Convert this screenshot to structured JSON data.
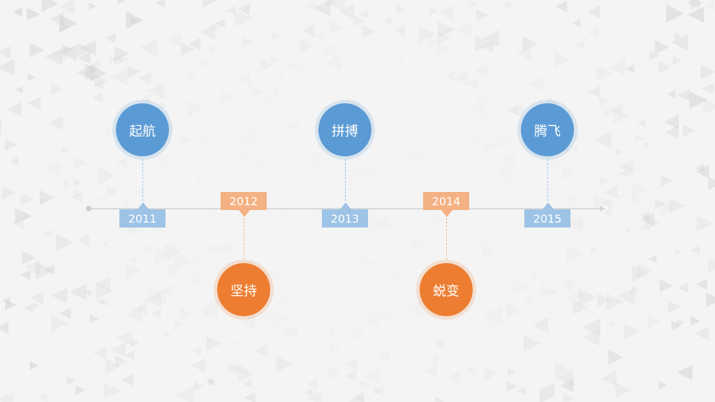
{
  "colors": {
    "background": "#f4f4f4",
    "blue": "#5b9bd5",
    "blue_light": "#9dc3e6",
    "orange": "#ed7d31",
    "orange_light": "#f4b183",
    "line": "#d9d9d9"
  },
  "milestones": [
    {
      "year": "2011",
      "label": "起航",
      "color": "blue"
    },
    {
      "year": "2012",
      "label": "坚持",
      "color": "orange"
    },
    {
      "year": "2013",
      "label": "拼搏",
      "color": "blue"
    },
    {
      "year": "2014",
      "label": "蜕变",
      "color": "orange"
    },
    {
      "year": "2015",
      "label": "腾飞",
      "color": "blue"
    }
  ]
}
